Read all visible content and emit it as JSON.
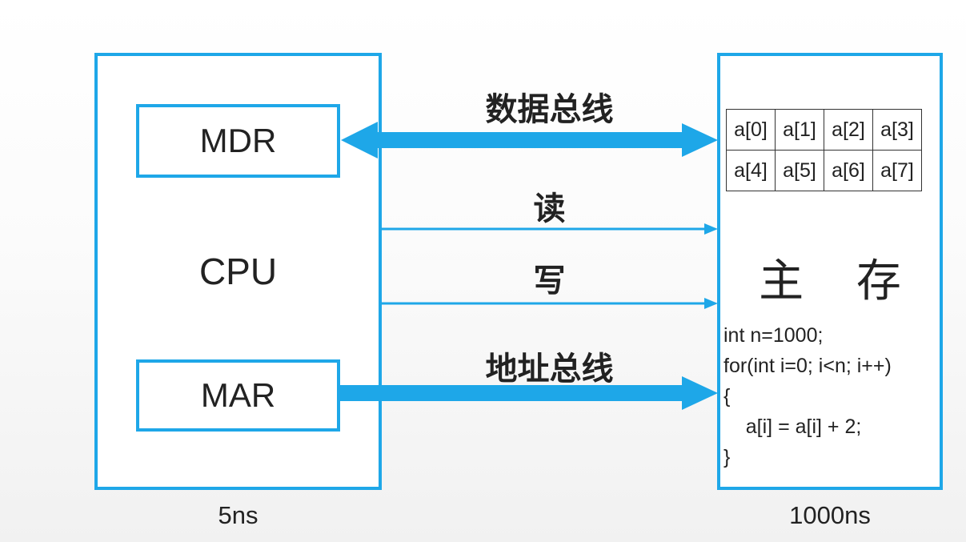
{
  "cpu": {
    "label": "CPU",
    "time": "5ns",
    "mdr_label": "MDR",
    "mar_label": "MAR"
  },
  "buses": {
    "data_bus": "数据总线",
    "read": "读",
    "write": "写",
    "address_bus": "地址总线"
  },
  "memory": {
    "title": "主 存",
    "time": "1000ns",
    "array_cells": [
      "a[0]",
      "a[1]",
      "a[2]",
      "a[3]",
      "a[4]",
      "a[5]",
      "a[6]",
      "a[7]"
    ],
    "code_lines": [
      "int n=1000;",
      "for(int i=0; i<n; i++)",
      "{",
      "    a[i] = a[i] + 2;",
      "}"
    ]
  },
  "colors": {
    "accent": "#1ea7e8"
  }
}
